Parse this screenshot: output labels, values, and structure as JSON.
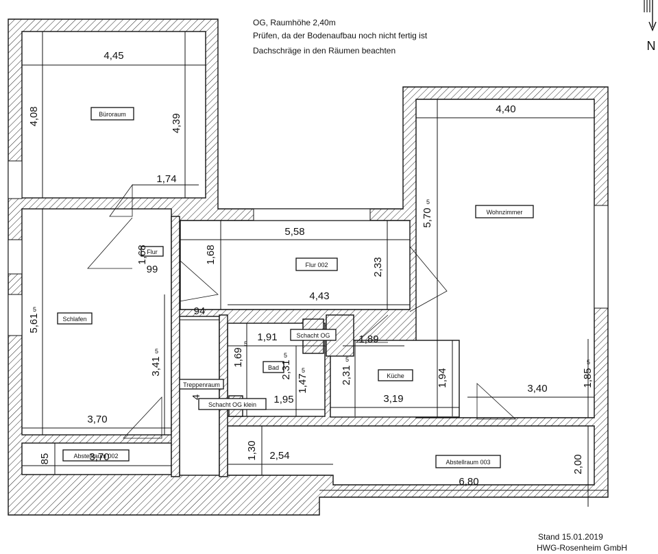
{
  "notes": {
    "line1": "OG, Raumhöhe 2,40m",
    "line2": "Prüfen, da der Bodenaufbau noch nicht fertig ist",
    "line3": "Dachschräge in den Räumen beachten"
  },
  "compass": {
    "letter": "N",
    "icon": "north-arrow-icon"
  },
  "stamp": {
    "date": "Stand 15.01.2019",
    "company": "HWG-Rosenheim GmbH"
  },
  "rooms": {
    "bueroraum": "Büroraum",
    "wohnzimmer": "Wohnzimmer",
    "flur": "Flur",
    "flur002": "Flur 002",
    "schlafen": "Schlafen",
    "bad": "Bad",
    "schacht_og": "Schacht OG",
    "kueche": "Küche",
    "treppenraum": "Treppenraum",
    "schacht_og_klein": "Schacht OG klein",
    "abstellraum002": "Abstellraum 002",
    "abstellraum003": "Abstellraum 003"
  },
  "dimensions": {
    "buero_width": "4,45",
    "buero_height_left": "4,08",
    "buero_height_right": "4,39",
    "flur_width": "1,74",
    "flur_height": "1,68",
    "flur_depth": "99",
    "flur002_height": "1,68",
    "flur002_width": "5,58",
    "flur002_side": "2,33",
    "flur002_inner": "4,43",
    "wohn_width": "4,40",
    "wohn_height": "5,70",
    "schlafen_height_left": "5,61",
    "schlafen_height_right": "3,41",
    "schlafen_width": "3,70",
    "treppe_width": "94",
    "treppe_label_num": "4",
    "bad_width": "1,91",
    "bad_height": "1,69",
    "bad_diag": "2,31",
    "bad_inner": "1,47",
    "bad_bottom": "1,95",
    "schacht_width": "1,89",
    "kueche_left": "2,31",
    "kueche_right": "1,94",
    "kueche_width": "3,19",
    "wohn_lower_width": "3,40",
    "wohn_lower_height": "1,85",
    "abst002_height": "85",
    "abst002_width": "3,70",
    "abst003_left": "1,30",
    "abst003_top": "2,54",
    "abst003_height": "2,00",
    "abst003_width": "6,80"
  },
  "superscripts": {
    "five": "5"
  }
}
